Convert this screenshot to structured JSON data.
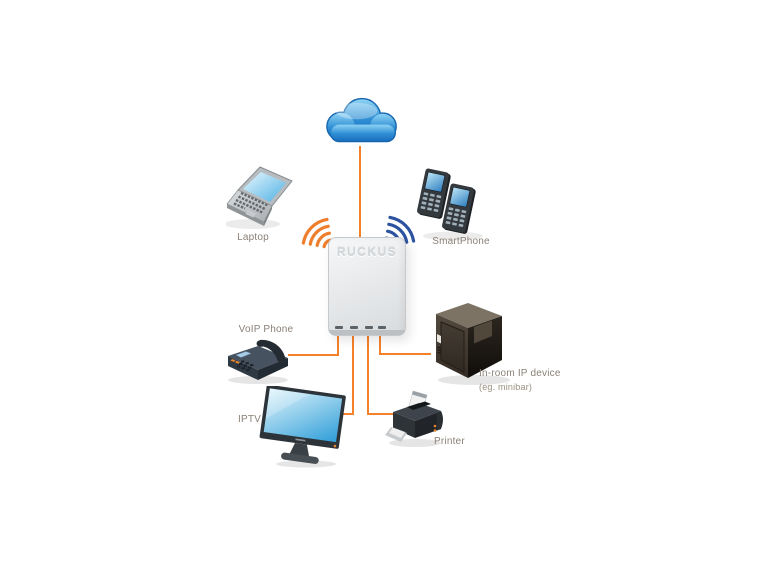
{
  "diagram": {
    "ap": {
      "brand": "RUCKUS"
    },
    "nodes": {
      "cloud": {
        "label": ""
      },
      "laptop": {
        "label": "Laptop"
      },
      "smartphone": {
        "label": "SmartPhone"
      },
      "voip": {
        "label": "VoIP Phone"
      },
      "iptv": {
        "label": "IPTV"
      },
      "printer": {
        "label": "Printer"
      },
      "minibar": {
        "label": "In-room IP device",
        "sublabel": "(eg. minibar)"
      }
    },
    "icons": {
      "cloud": "internet-cloud",
      "laptop": "laptop",
      "smartphone": "smartphone-pair",
      "ap": "ruckus-wall-ap",
      "wifi_orange": "wifi-waves-orange",
      "wifi_blue": "wifi-waves-blue",
      "voip": "desk-phone",
      "iptv": "tv-monitor",
      "printer": "printer",
      "minibar": "minibar-box"
    },
    "colors": {
      "cable_orange": "#F5822A",
      "wifi_orange": "#EE7E2C",
      "wifi_blue": "#2C52A0",
      "cloud_blue": "#2E96DB",
      "ap_body_gray": "#DCDEE0",
      "label_gray": "#8A8177"
    }
  }
}
